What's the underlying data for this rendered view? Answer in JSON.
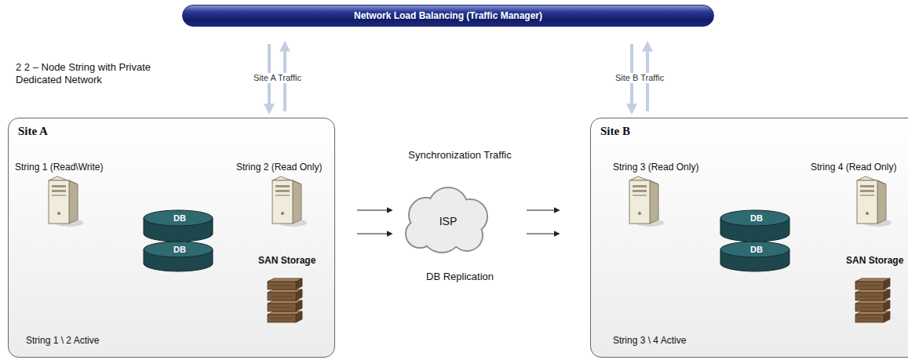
{
  "diagram": {
    "nodes": [
      {
        "text": [
          "Network Load Balancing (Traffic Manager)"
        ]
      },
      {
        "text": [
          "Site A",
          "String 1 \\ 2 Active"
        ]
      },
      {
        "text": [
          "String 1 (Read\\Write)"
        ],
        "in": 1
      },
      {
        "text": [
          "String 2 (Read Only)"
        ],
        "in": 1
      },
      {
        "text": [
          "DB",
          "DB"
        ],
        "in": 1
      },
      {
        "text": [
          "SAN Storage"
        ],
        "in": 1
      },
      {
        "text": [
          "ISP"
        ]
      },
      {
        "text": [
          "Site B",
          "String 3 \\ 4 Active"
        ]
      },
      {
        "text": [
          "String 3 (Read Only)"
        ],
        "in": 7
      },
      {
        "text": [
          "String 4 (Read Only)"
        ],
        "in": 7
      },
      {
        "text": [
          "DB",
          "DB"
        ],
        "in": 7
      },
      {
        "text": [
          "SAN Storage"
        ],
        "in": 7
      }
    ],
    "edges": [
      {
        "from": 0,
        "to": 1,
        "arrow": "both",
        "label": "Site A Traffic"
      },
      {
        "from": 0,
        "to": 7,
        "arrow": "both",
        "label": "Site B Traffic"
      },
      {
        "from": 2,
        "to": 3,
        "arrow": "to"
      },
      {
        "from": 2,
        "to": 4,
        "arrow": "both"
      },
      {
        "from": 3,
        "to": 4,
        "arrow": "both"
      },
      {
        "from": 4,
        "to": 5,
        "arrow": "both"
      },
      {
        "from": 1,
        "to": 6,
        "arrow": "to"
      },
      {
        "from": 1,
        "to": 6,
        "arrow": "to"
      },
      {
        "from": 6,
        "to": 7,
        "arrow": "to"
      },
      {
        "from": 6,
        "to": 7,
        "arrow": "to"
      },
      {
        "from": 8,
        "to": 9,
        "arrow": "to"
      },
      {
        "from": 8,
        "to": 10,
        "arrow": "both"
      },
      {
        "from": 9,
        "to": 10,
        "arrow": "both"
      },
      {
        "from": 10,
        "to": 11,
        "arrow": "both"
      }
    ],
    "labels": [
      "2 2 – Node String with Private Dedicated Network",
      "Synchronization Traffic",
      "DB Replication"
    ]
  }
}
